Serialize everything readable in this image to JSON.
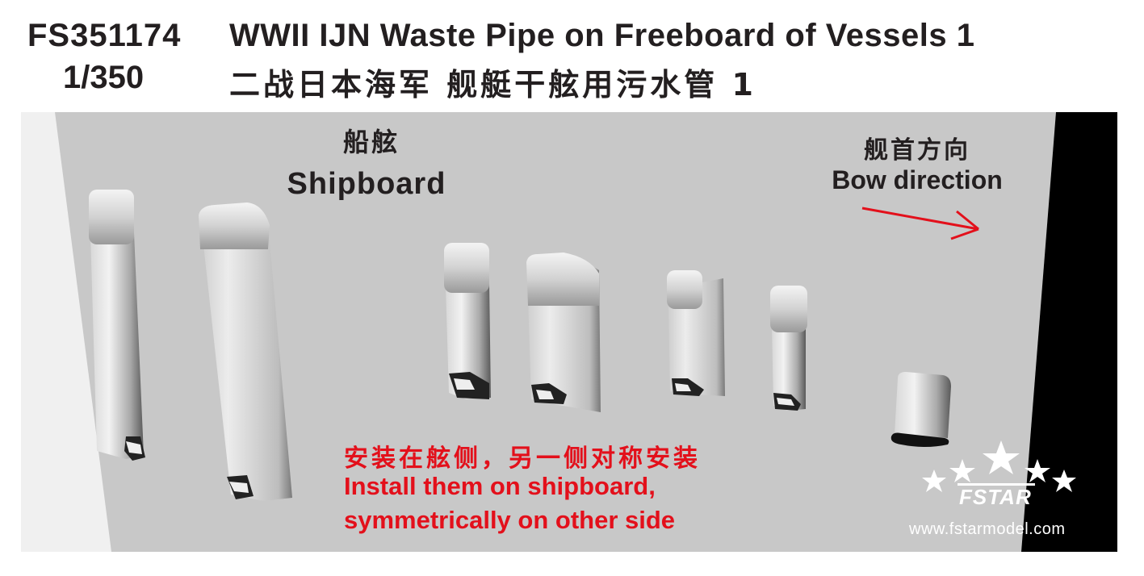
{
  "header": {
    "product_code": "FS351174",
    "title_en": "WWII IJN Waste Pipe on Freeboard of Vessels 1",
    "scale": "1/350",
    "title_zh": "二战日本海军 舰艇干舷用污水管 1"
  },
  "diagram": {
    "shipboard_label_zh": "船舷",
    "shipboard_label_en": "Shipboard",
    "bow_label_zh": "舰首方向",
    "bow_label_en": "Bow direction",
    "arrow_icon": "right-arrow-icon",
    "parts_count": 7,
    "colors": {
      "hull": "#c8c8c8",
      "light_strip": "#f0f0f0",
      "dark_region": "#000000",
      "note_red": "#e3101b",
      "arrow_red": "#e3101b",
      "text_dark": "#231f20"
    }
  },
  "instructions": {
    "zh": "安装在舷侧，另一侧对称安装",
    "en_line1": "Install them on shipboard,",
    "en_line2": "symmetrically on other side"
  },
  "branding": {
    "logo_icon": "stars-logo-icon",
    "logo_text": "FSTAR",
    "website": "www.fstarmodel.com"
  }
}
